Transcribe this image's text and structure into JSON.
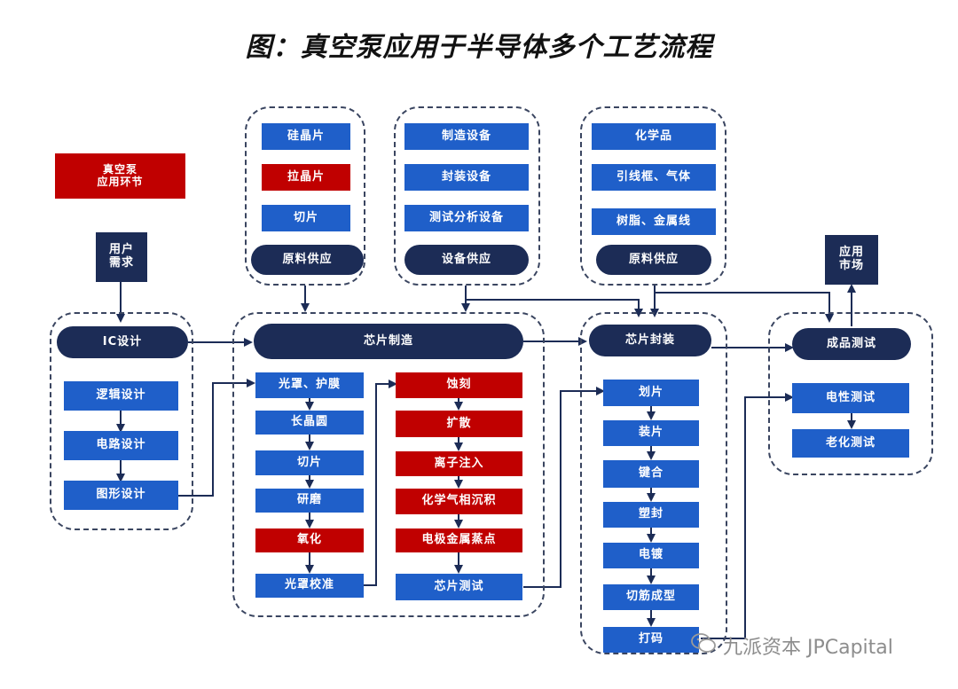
{
  "title": "图：真空泵应用于半导体多个工艺流程",
  "legend": {
    "label": "真空泵\n应用环节"
  },
  "user_demand": "用户\n需求",
  "app_market": "应用\n市场",
  "supply": {
    "left": {
      "items": [
        "硅晶片",
        "拉晶片",
        "切片"
      ],
      "footer": "原料供应"
    },
    "middle": {
      "items": [
        "制造设备",
        "封装设备",
        "测试分析设备"
      ],
      "footer": "设备供应"
    },
    "right": {
      "items": [
        "化学品",
        "引线框、气体",
        "树脂、金属线"
      ],
      "footer": "原料供应"
    }
  },
  "ic_design": {
    "header": "IC设计",
    "steps": [
      "逻辑设计",
      "电路设计",
      "图形设计"
    ]
  },
  "chip_manufacturing": {
    "header": "芯片制造",
    "col1": [
      "光罩、护膜",
      "长晶圆",
      "切片",
      "研磨",
      "氧化",
      "光罩校准"
    ],
    "col2": [
      "蚀刻",
      "扩散",
      "离子注入",
      "化学气相沉积",
      "电极金属蒸点",
      "芯片测试"
    ]
  },
  "chip_packaging": {
    "header": "芯片封装",
    "steps": [
      "划片",
      "装片",
      "键合",
      "塑封",
      "电镀",
      "切筋成型",
      "打码"
    ]
  },
  "final_test": {
    "header": "成品测试",
    "steps": [
      "电性测试",
      "老化测试"
    ]
  },
  "watermark": "九派资本 JPCapital",
  "colors": {
    "highlight": "#c00000",
    "step": "#1f5fc9",
    "header": "#1c2c56"
  }
}
